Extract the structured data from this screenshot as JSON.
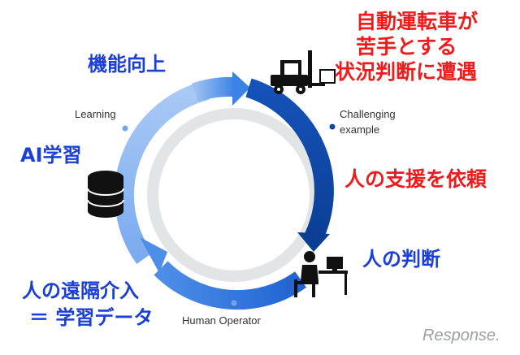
{
  "labels": {
    "title_red_1": "自動運転車が",
    "title_red_2": "苦手とする",
    "title_red_3": "状況判断に遭遇",
    "capability": "機能向上",
    "ai_learning": "AI学習",
    "request_human": "人の支援を依頼",
    "human_judgment": "人の判断",
    "intervention_1": "人の遠隔介入",
    "intervention_2": "＝ 学習データ",
    "learning": "Learning",
    "challenging_1": "Challenging",
    "challenging_2": "example",
    "human_operator": "Human Operator"
  },
  "watermark": "Response.",
  "icons": [
    "forklift-icon",
    "database-icon",
    "operator-at-desk-icon"
  ],
  "colors": {
    "red_text": "#ee1c1c",
    "blue_text": "#1a3fd6",
    "ring_dark": "#0d47a8",
    "ring_mid": "#1e6ee0",
    "ring_light": "#6fa6f0",
    "ring_pale": "#a8c8f4",
    "inner_ring": "#e3e4e6"
  }
}
